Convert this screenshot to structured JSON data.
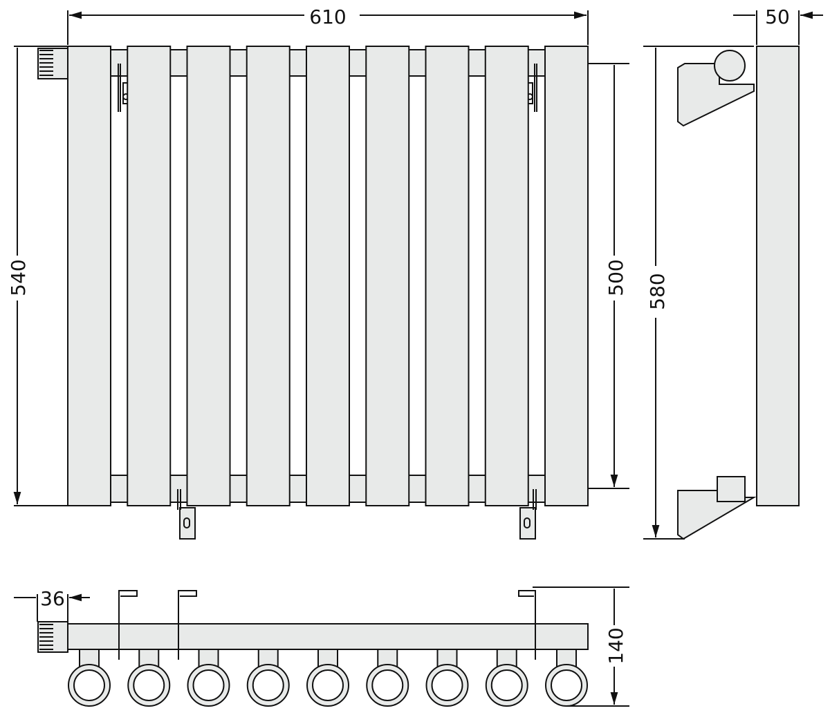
{
  "dimensions": {
    "width": "610",
    "height_front": "540",
    "axis_distance": "500",
    "height_side": "580",
    "depth": "50",
    "valve_offset": "36",
    "total_depth": "140"
  },
  "columns": 9,
  "colors": {
    "fill": "#e8eae9",
    "line": "#111111"
  }
}
